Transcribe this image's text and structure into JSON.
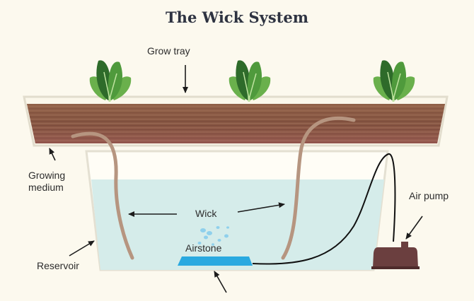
{
  "title": "The Wick System",
  "labels": {
    "grow_tray": "Grow tray",
    "growing_medium_line1": "Growing",
    "growing_medium_line2": "medium",
    "wick": "Wick",
    "air_pump": "Air pump",
    "airstone": "Airstone",
    "reservoir": "Reservoir"
  },
  "colors": {
    "background": "#fcf9ee",
    "soil": "#8a5a44",
    "water": "#d5ecea",
    "airstone": "#29a9e0",
    "pump": "#6b3f3f",
    "leaf": "#4f9a3c",
    "wick": "#b69580"
  },
  "icons": [
    "spinach-plant-icon",
    "arrow-icon",
    "air-bubbles-icon"
  ]
}
